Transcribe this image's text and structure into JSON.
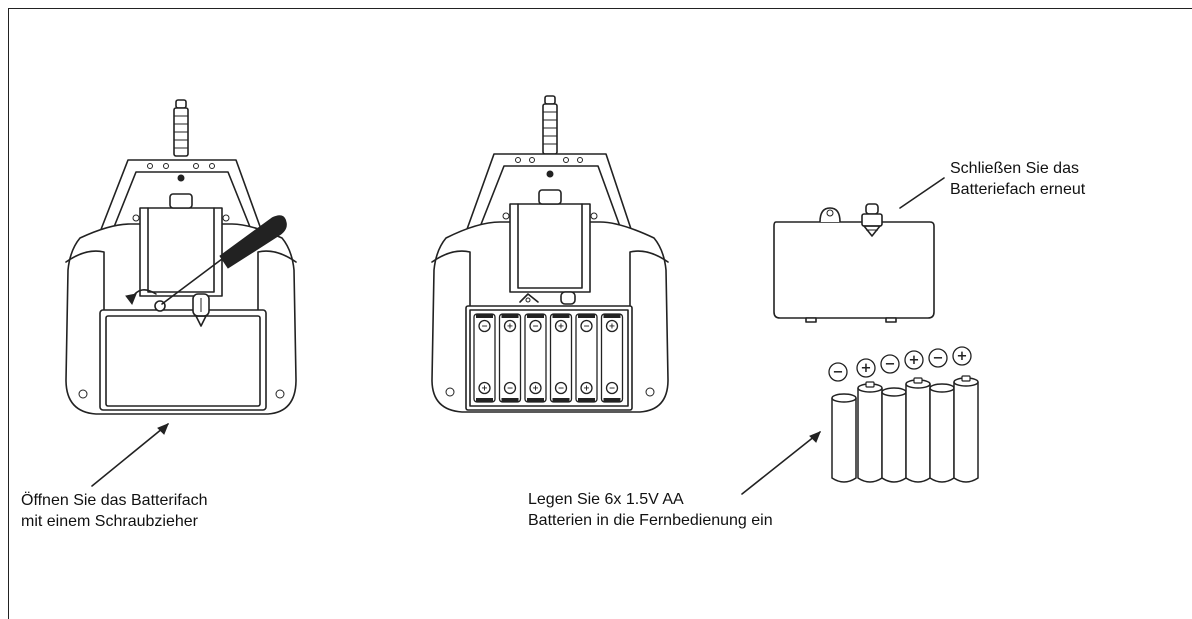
{
  "captions": {
    "open": {
      "line1": "Öffnen Sie das Batterifach",
      "line2": "mit einem Schraubzieher"
    },
    "insert": {
      "line1": "Legen Sie  6x 1.5V AA",
      "line2": "Batterien in die Fernbedienung ein"
    },
    "close": {
      "line1": "Schließen Sie das",
      "line2": "Batteriefach erneut"
    }
  },
  "polarity_markers": [
    "−",
    "+",
    "−",
    "+",
    "−",
    "+"
  ],
  "compartment_polarity": {
    "top": [
      "−",
      "+",
      "−",
      "+",
      "−",
      "+"
    ],
    "bottom": [
      "+",
      "−",
      "+",
      "−",
      "+",
      "−"
    ]
  }
}
